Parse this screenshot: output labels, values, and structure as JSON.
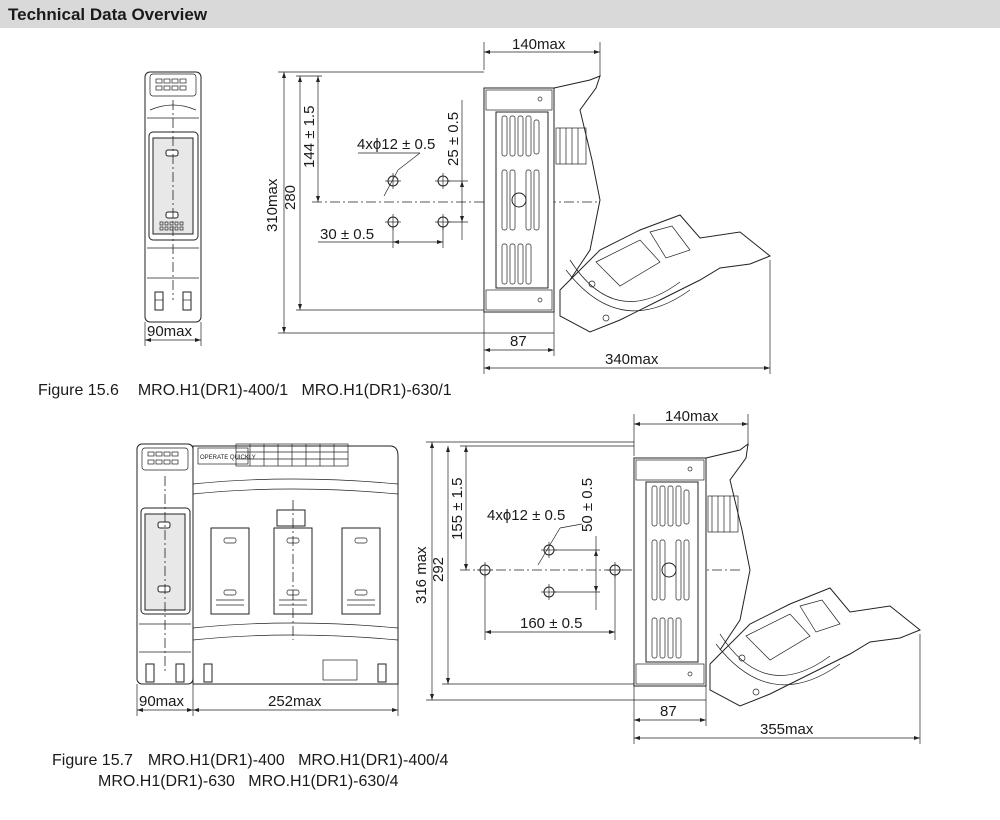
{
  "header": {
    "title": "Technical Data Overview"
  },
  "figure1": {
    "caption_num": "Figure 15.6",
    "caption_models": "MRO.H1(DR1)-400/1   MRO.H1(DR1)-630/1",
    "dims": {
      "front_width": "90max",
      "side_width": "140max",
      "height_total": "310max",
      "height_holes": "280",
      "hole_offset": "144 ± 1.5",
      "hole_label": "4xϕ12 ± 0.5",
      "hole_vspacing": "25 ± 0.5",
      "hole_hspacing": "30 ± 0.5",
      "depth_body": "87",
      "depth_total": "340max"
    }
  },
  "figure2": {
    "caption_num": "Figure 15.7",
    "caption_line1": "MRO.H1(DR1)-400   MRO.H1(DR1)-400/4",
    "caption_line2": "MRO.H1(DR1)-630   MRO.H1(DR1)-630/4",
    "front_label": "OPERATE QUICKLY",
    "dims": {
      "front_width": "90max",
      "body_width": "252max",
      "side_width": "140max",
      "height_total": "316 max",
      "height_holes": "292",
      "hole_offset": "155 ± 1.5",
      "hole_label": "4xϕ12 ± 0.5",
      "hole_vspacing": "50 ± 0.5",
      "hole_hspacing": "160 ± 0.5",
      "depth_body": "87",
      "depth_total": "355max"
    }
  }
}
